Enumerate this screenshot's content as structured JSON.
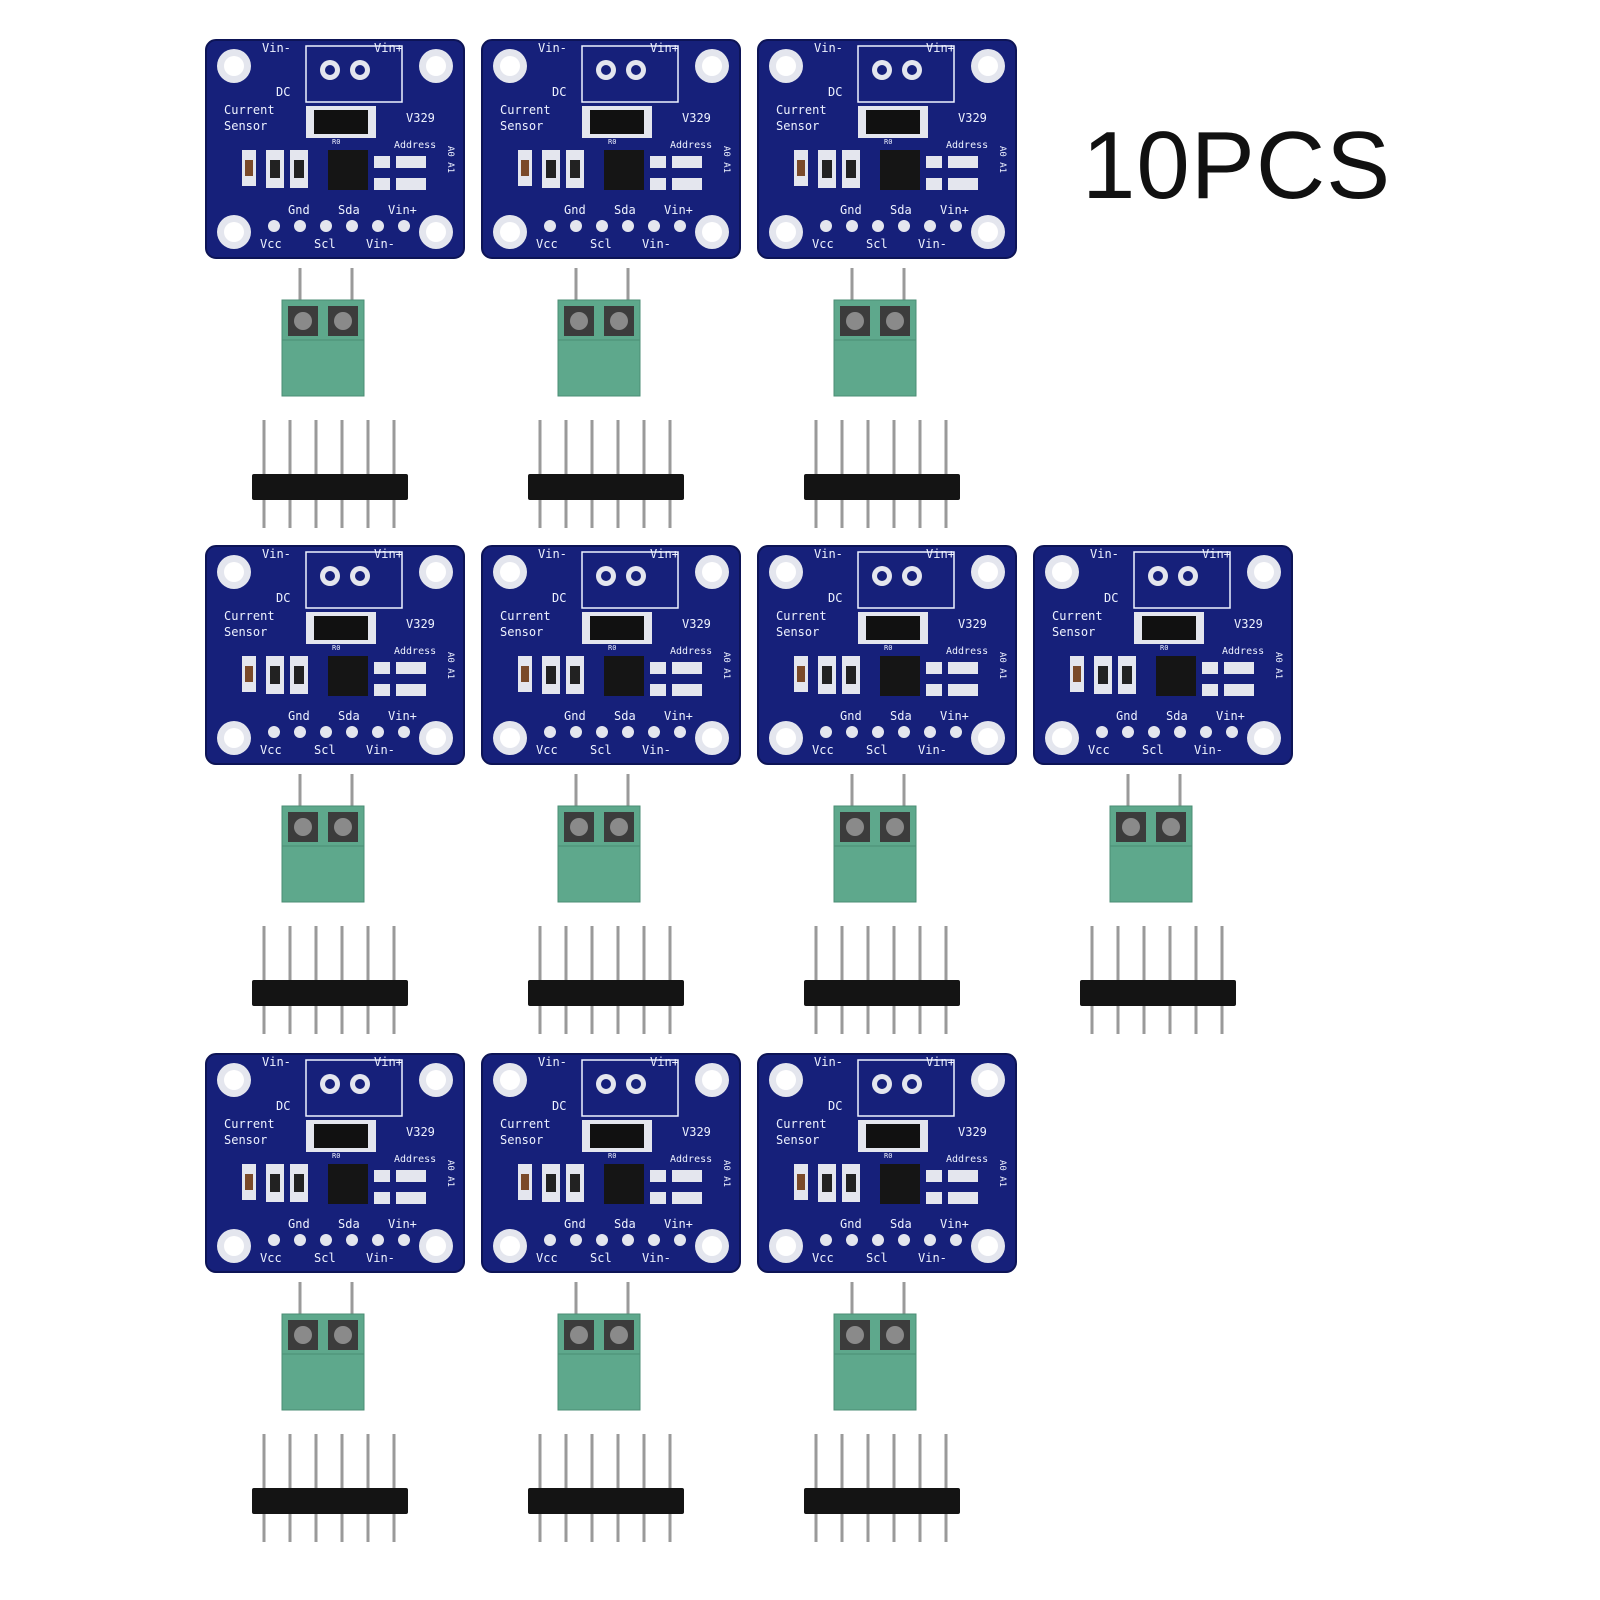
{
  "headline": "10PCS",
  "colors": {
    "pcb": "#16207a",
    "pcb_edge": "#0d1456",
    "silkscreen": "#eef2ff",
    "pad": "#e4e6ee",
    "terminal_block": "#5ea88c",
    "header_pin": "#9a9a9a",
    "header_body": "#141414"
  },
  "board_labels": {
    "vin_minus": "Vin-",
    "vin_plus": "Vin+",
    "dc": "DC",
    "current": "Current",
    "sensor": "Sensor",
    "model": "V329",
    "address": "Address",
    "a0_a1": "A0 A1",
    "gnd": "Gnd",
    "sda": "Sda",
    "vcc": "Vcc",
    "scl": "Scl",
    "r1": "R0"
  },
  "kit_count": 10,
  "items_per_kit": [
    "sensor-board",
    "terminal-block",
    "pin-header"
  ],
  "pin_header_pins": 6,
  "terminal_block_positions": 2
}
